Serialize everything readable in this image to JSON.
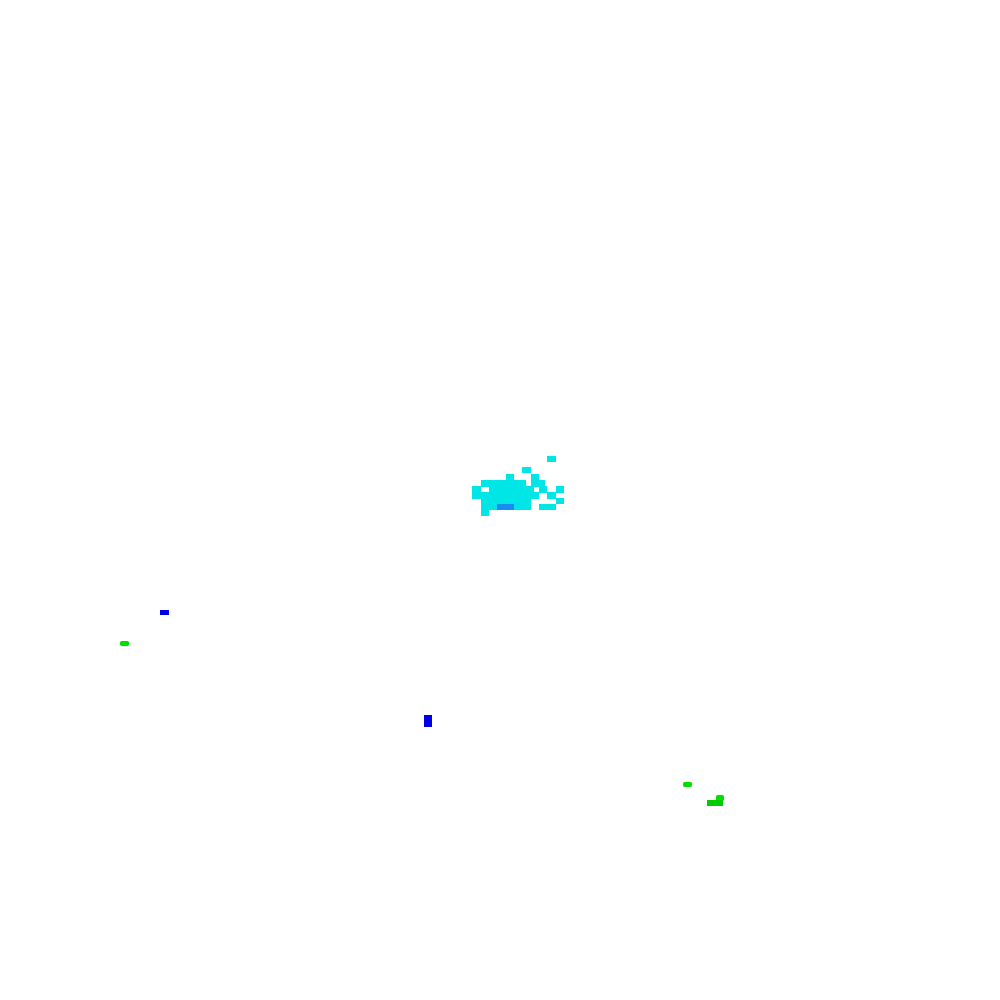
{
  "colors": {
    "background": "#ffffff",
    "cyan": "#00e5e5",
    "cyan_alt": "#19d5e0",
    "azure": "#1a8cf0",
    "blue": "#0000e6",
    "green": "#00e000",
    "green_dark": "#00cc00"
  },
  "marks": {
    "cyan_cluster": "cyan",
    "cluster_core": "azure",
    "blue_blobs": "blue",
    "green_blobs": "green"
  }
}
